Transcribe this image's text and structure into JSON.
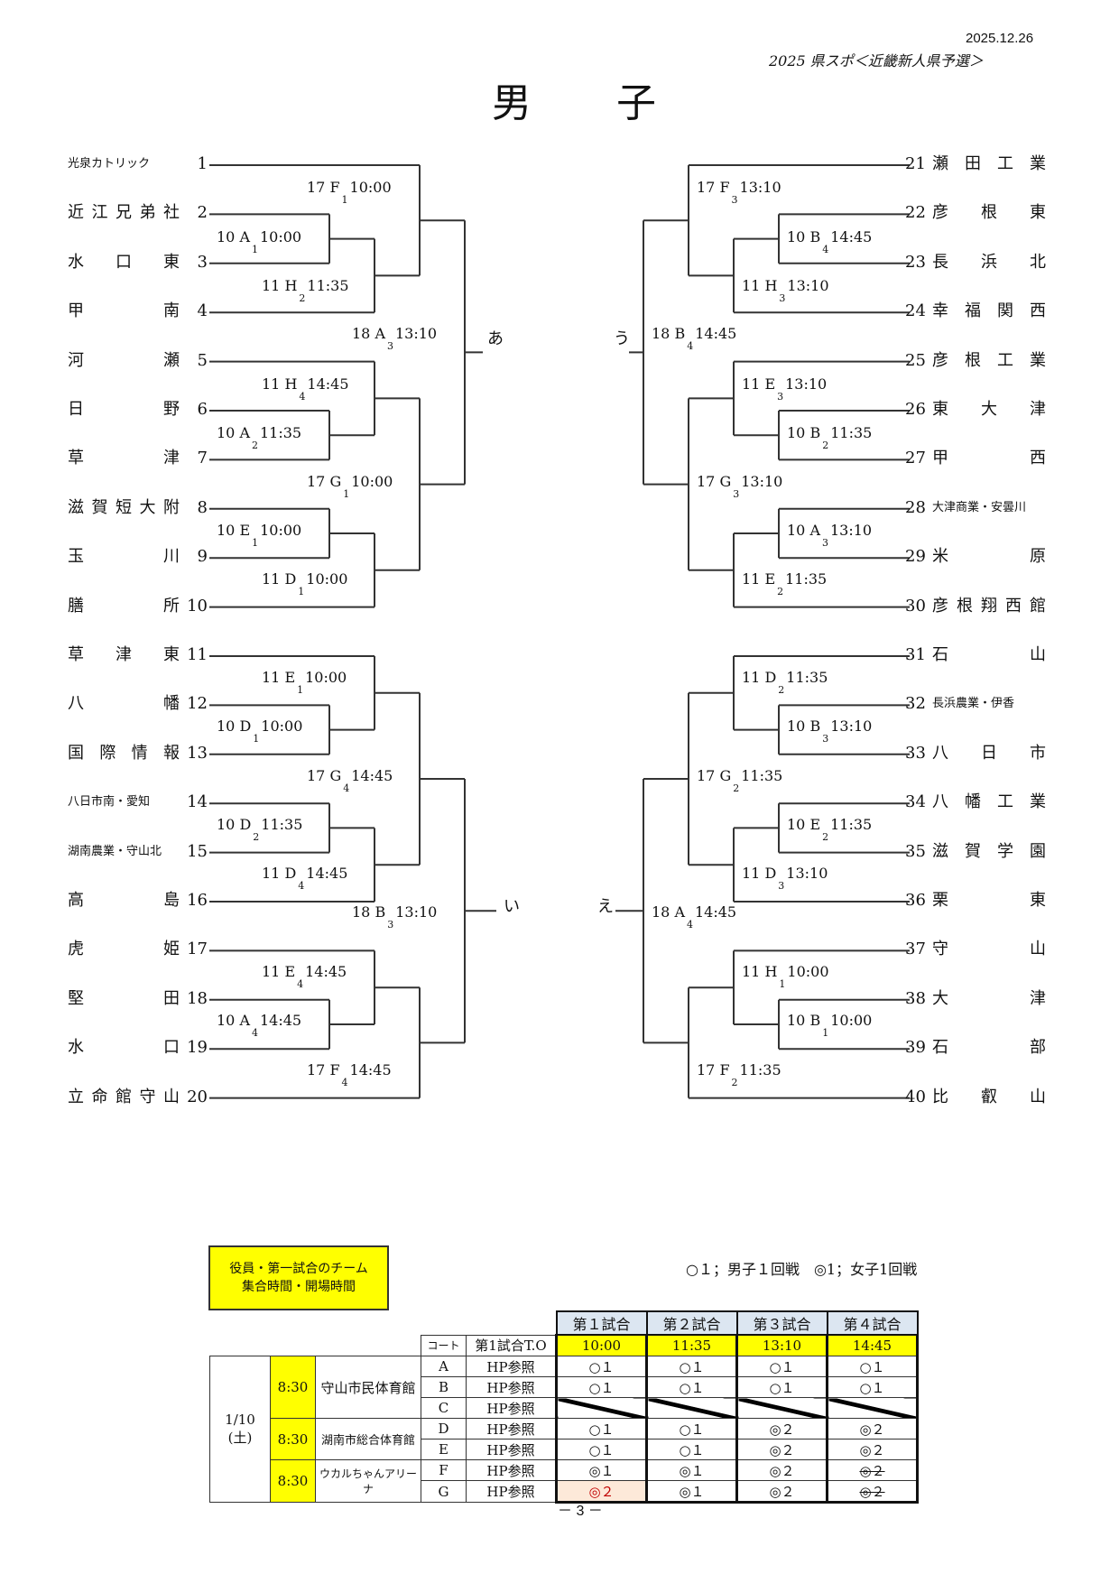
{
  "header": {
    "date": "2025.12.26",
    "subtitle": "2025 県スポ＜近畿新人県予選＞",
    "title": "男 子"
  },
  "teams_left": [
    {
      "no": "1",
      "name": "光泉カトリック"
    },
    {
      "no": "2",
      "name": "近江兄弟社"
    },
    {
      "no": "3",
      "name": "水口東"
    },
    {
      "no": "4",
      "name": "甲南"
    },
    {
      "no": "5",
      "name": "河瀬"
    },
    {
      "no": "6",
      "name": "日野"
    },
    {
      "no": "7",
      "name": "草津"
    },
    {
      "no": "8",
      "name": "滋賀短大附"
    },
    {
      "no": "9",
      "name": "玉川"
    },
    {
      "no": "10",
      "name": "膳所"
    },
    {
      "no": "11",
      "name": "草津東"
    },
    {
      "no": "12",
      "name": "八幡"
    },
    {
      "no": "13",
      "name": "国際情報"
    },
    {
      "no": "14",
      "name": "八日市南・愛知"
    },
    {
      "no": "15",
      "name": "湖南農業・守山北"
    },
    {
      "no": "16",
      "name": "高島"
    },
    {
      "no": "17",
      "name": "虎姫"
    },
    {
      "no": "18",
      "name": "堅田"
    },
    {
      "no": "19",
      "name": "水口"
    },
    {
      "no": "20",
      "name": "立命館守山"
    }
  ],
  "teams_right": [
    {
      "no": "21",
      "name": "瀬田工業"
    },
    {
      "no": "22",
      "name": "彦根東"
    },
    {
      "no": "23",
      "name": "長浜北"
    },
    {
      "no": "24",
      "name": "幸福関西"
    },
    {
      "no": "25",
      "name": "彦根工業"
    },
    {
      "no": "26",
      "name": "東大津"
    },
    {
      "no": "27",
      "name": "甲西"
    },
    {
      "no": "28",
      "name": "大津商業・安曇川"
    },
    {
      "no": "29",
      "name": "米原"
    },
    {
      "no": "30",
      "name": "彦根翔西館"
    },
    {
      "no": "31",
      "name": "石山"
    },
    {
      "no": "32",
      "name": "長浜農業・伊香"
    },
    {
      "no": "33",
      "name": "八日市"
    },
    {
      "no": "34",
      "name": "八幡工業"
    },
    {
      "no": "35",
      "name": "滋賀学園"
    },
    {
      "no": "36",
      "name": "栗東"
    },
    {
      "no": "37",
      "name": "守山"
    },
    {
      "no": "38",
      "name": "大津"
    },
    {
      "no": "39",
      "name": "石部"
    },
    {
      "no": "40",
      "name": "比叡山"
    }
  ],
  "matches": [
    {
      "day": "17",
      "court": "F",
      "game": "1",
      "time": "10:00"
    },
    {
      "day": "10",
      "court": "A",
      "game": "1",
      "time": "10:00"
    },
    {
      "day": "11",
      "court": "H",
      "game": "2",
      "time": "11:35"
    },
    {
      "day": "18",
      "court": "A",
      "game": "3",
      "time": "13:10"
    },
    {
      "day": "11",
      "court": "H",
      "game": "4",
      "time": "14:45"
    },
    {
      "day": "10",
      "court": "A",
      "game": "2",
      "time": "11:35"
    },
    {
      "day": "17",
      "court": "G",
      "game": "1",
      "time": "10:00"
    },
    {
      "day": "10",
      "court": "E",
      "game": "1",
      "time": "10:00"
    },
    {
      "day": "11",
      "court": "D",
      "game": "1",
      "time": "10:00"
    },
    {
      "day": "11",
      "court": "E",
      "game": "1",
      "time": "10:00"
    },
    {
      "day": "10",
      "court": "D",
      "game": "1",
      "time": "10:00"
    },
    {
      "day": "17",
      "court": "G",
      "game": "4",
      "time": "14:45"
    },
    {
      "day": "10",
      "court": "D",
      "game": "2",
      "time": "11:35"
    },
    {
      "day": "11",
      "court": "D",
      "game": "4",
      "time": "14:45"
    },
    {
      "day": "18",
      "court": "B",
      "game": "3",
      "time": "13:10"
    },
    {
      "day": "11",
      "court": "E",
      "game": "4",
      "time": "14:45"
    },
    {
      "day": "10",
      "court": "A",
      "game": "4",
      "time": "14:45"
    },
    {
      "day": "17",
      "court": "F",
      "game": "4",
      "time": "14:45"
    },
    {
      "day": "17",
      "court": "F",
      "game": "3",
      "time": "13:10"
    },
    {
      "day": "10",
      "court": "B",
      "game": "4",
      "time": "14:45"
    },
    {
      "day": "11",
      "court": "H",
      "game": "3",
      "time": "13:10"
    },
    {
      "day": "18",
      "court": "B",
      "game": "4",
      "time": "14:45"
    },
    {
      "day": "11",
      "court": "E",
      "game": "3",
      "time": "13:10"
    },
    {
      "day": "10",
      "court": "B",
      "game": "2",
      "time": "11:35"
    },
    {
      "day": "17",
      "court": "G",
      "game": "3",
      "time": "13:10"
    },
    {
      "day": "10",
      "court": "A",
      "game": "3",
      "time": "13:10"
    },
    {
      "day": "11",
      "court": "E",
      "game": "2",
      "time": "11:35"
    },
    {
      "day": "11",
      "court": "D",
      "game": "2",
      "time": "11:35"
    },
    {
      "day": "10",
      "court": "B",
      "game": "3",
      "time": "13:10"
    },
    {
      "day": "17",
      "court": "G",
      "game": "2",
      "time": "11:35"
    },
    {
      "day": "10",
      "court": "E",
      "game": "2",
      "time": "11:35"
    },
    {
      "day": "11",
      "court": "D",
      "game": "3",
      "time": "13:10"
    },
    {
      "day": "18",
      "court": "A",
      "game": "4",
      "time": "14:45"
    },
    {
      "day": "11",
      "court": "H",
      "game": "1",
      "time": "10:00"
    },
    {
      "day": "10",
      "court": "B",
      "game": "1",
      "time": "10:00"
    },
    {
      "day": "17",
      "court": "F",
      "game": "2",
      "time": "11:35"
    }
  ],
  "connectors": {
    "a": "あ",
    "i": "い",
    "u": "う",
    "e": "え"
  },
  "schedule": {
    "note_line1": "役員・第一試合のチーム",
    "note_line2": "集合時間・開場時間",
    "legend": "○１；男子１回戦　◎1；女子1回戦",
    "game_headers": [
      "第１試合",
      "第２試合",
      "第３試合",
      "第４試合"
    ],
    "court_header": "コート",
    "tip_header": "第1試合T.O",
    "times": [
      "10:00",
      "11:35",
      "13:10",
      "14:45"
    ],
    "date": "1/10",
    "weekday": "(土)",
    "venues": [
      {
        "open": "8:30",
        "name": "守山市民体育館"
      },
      {
        "open": "8:30",
        "name": "湖南市総合体育館"
      },
      {
        "open": "8:30",
        "name": "ウカルちゃんアリーナ"
      }
    ],
    "rows": [
      {
        "court": "A",
        "tip": "HP参照",
        "cells": [
          "○１",
          "○１",
          "○１",
          "○１"
        ]
      },
      {
        "court": "B",
        "tip": "HP参照",
        "cells": [
          "○１",
          "○１",
          "○１",
          "○１"
        ]
      },
      {
        "court": "C",
        "tip": "HP参照",
        "cells": [
          "",
          "",
          "",
          ""
        ]
      },
      {
        "court": "D",
        "tip": "HP参照",
        "cells": [
          "○１",
          "○１",
          "◎２",
          "◎２"
        ]
      },
      {
        "court": "E",
        "tip": "HP参照",
        "cells": [
          "○１",
          "○１",
          "◎２",
          "◎２"
        ]
      },
      {
        "court": "F",
        "tip": "HP参照",
        "cells": [
          "◎１",
          "◎１",
          "◎２",
          "◎２"
        ]
      },
      {
        "court": "G",
        "tip": "HP参照",
        "cells": [
          "◎２",
          "◎１",
          "◎２",
          "◎２"
        ]
      }
    ]
  },
  "footer": {
    "page": "－ 3 －"
  }
}
